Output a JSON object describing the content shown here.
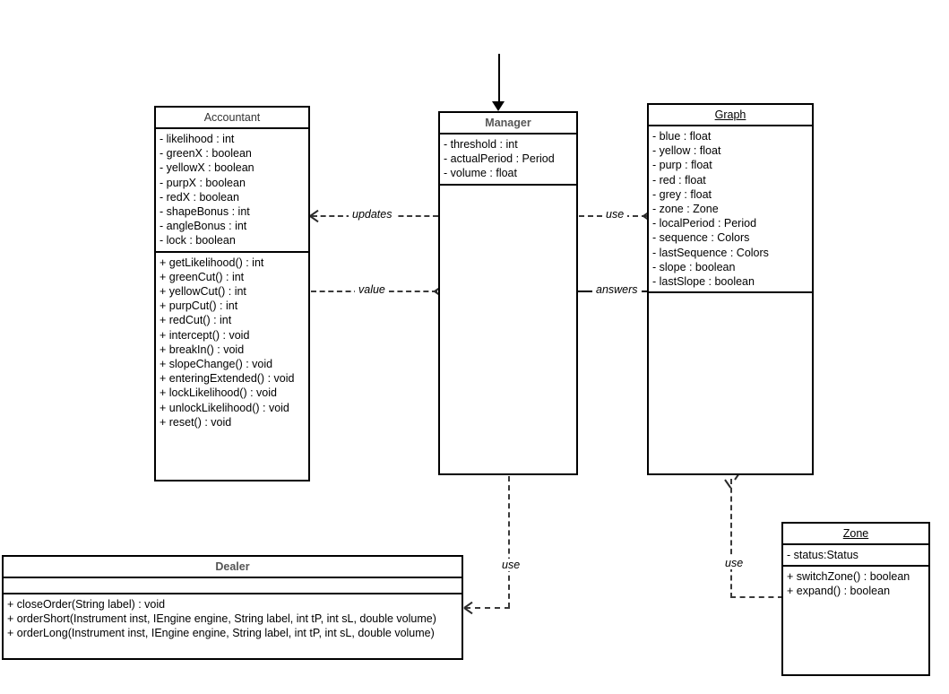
{
  "diagram": {
    "type": "uml-class-diagram",
    "classes": [
      {
        "id": "accountant",
        "name": "Accountant",
        "title_style": "plain",
        "attributes": [
          "- likelihood : int",
          "- greenX : boolean",
          "- yellowX : boolean",
          "- purpX : boolean",
          "- redX : boolean",
          "- shapeBonus : int",
          "- angleBonus : int",
          "- lock : boolean"
        ],
        "methods": [
          "+ getLikelihood() : int",
          "+ greenCut() : int",
          "+ yellowCut() : int",
          "+ purpCut() : int",
          "+ redCut() : int",
          "+ intercept() : void",
          "+ breakIn() : void",
          "+ slopeChange() : void",
          "+ enteringExtended() : void",
          "+ lockLikelihood() : void",
          "+ unlockLikelihood() : void",
          "+ reset() : void"
        ]
      },
      {
        "id": "manager",
        "name": "Manager",
        "title_style": "bold",
        "attributes": [
          "- threshold : int",
          "- actualPeriod : Period",
          "- volume : float"
        ],
        "methods": []
      },
      {
        "id": "graph",
        "name": "Graph",
        "title_style": "underline",
        "attributes": [
          "- blue : float",
          "- yellow : float",
          "- purp : float",
          "- red : float",
          "- grey : float",
          "- zone : Zone",
          "- localPeriod : Period",
          "- sequence : Colors",
          "- lastSequence : Colors",
          "- slope : boolean",
          "- lastSlope : boolean"
        ],
        "methods": []
      },
      {
        "id": "zone",
        "name": "Zone",
        "title_style": "underline",
        "attributes": [
          "- status:Status"
        ],
        "methods": [
          "+ switchZone() : boolean",
          "+ expand() : boolean"
        ]
      },
      {
        "id": "dealer",
        "name": "Dealer",
        "title_style": "bold",
        "attributes": [],
        "methods": [
          "+ closeOrder(String label) : void",
          "+ orderShort(Instrument inst, IEngine engine, String label, int tP, int sL, double volume)",
          "+ orderLong(Instrument inst, IEngine engine, String label, int tP, int sL, double volume)"
        ]
      }
    ],
    "edges": [
      {
        "id": "manager-accountant-updates",
        "label": "updates",
        "from": "manager",
        "to": "accountant",
        "style": "dashed",
        "arrow": "open"
      },
      {
        "id": "accountant-manager-value",
        "label": "value",
        "from": "accountant",
        "to": "manager",
        "style": "dashed",
        "arrow": "open"
      },
      {
        "id": "manager-graph-use",
        "label": "use",
        "from": "manager",
        "to": "graph",
        "style": "dashed",
        "arrow": "open"
      },
      {
        "id": "graph-manager-answers",
        "label": "answers",
        "from": "graph",
        "to": "manager",
        "style": "solid",
        "arrow": "filled"
      },
      {
        "id": "manager-dealer-use",
        "label": "use",
        "from": "manager",
        "to": "dealer",
        "style": "dashed",
        "arrow": "open"
      },
      {
        "id": "zone-graph-use",
        "label": "use",
        "from": "zone",
        "to": "graph",
        "style": "dashed",
        "arrow": "open"
      },
      {
        "id": "external-manager",
        "label": "",
        "from": "external",
        "to": "manager",
        "style": "solid",
        "arrow": "filled"
      }
    ]
  }
}
